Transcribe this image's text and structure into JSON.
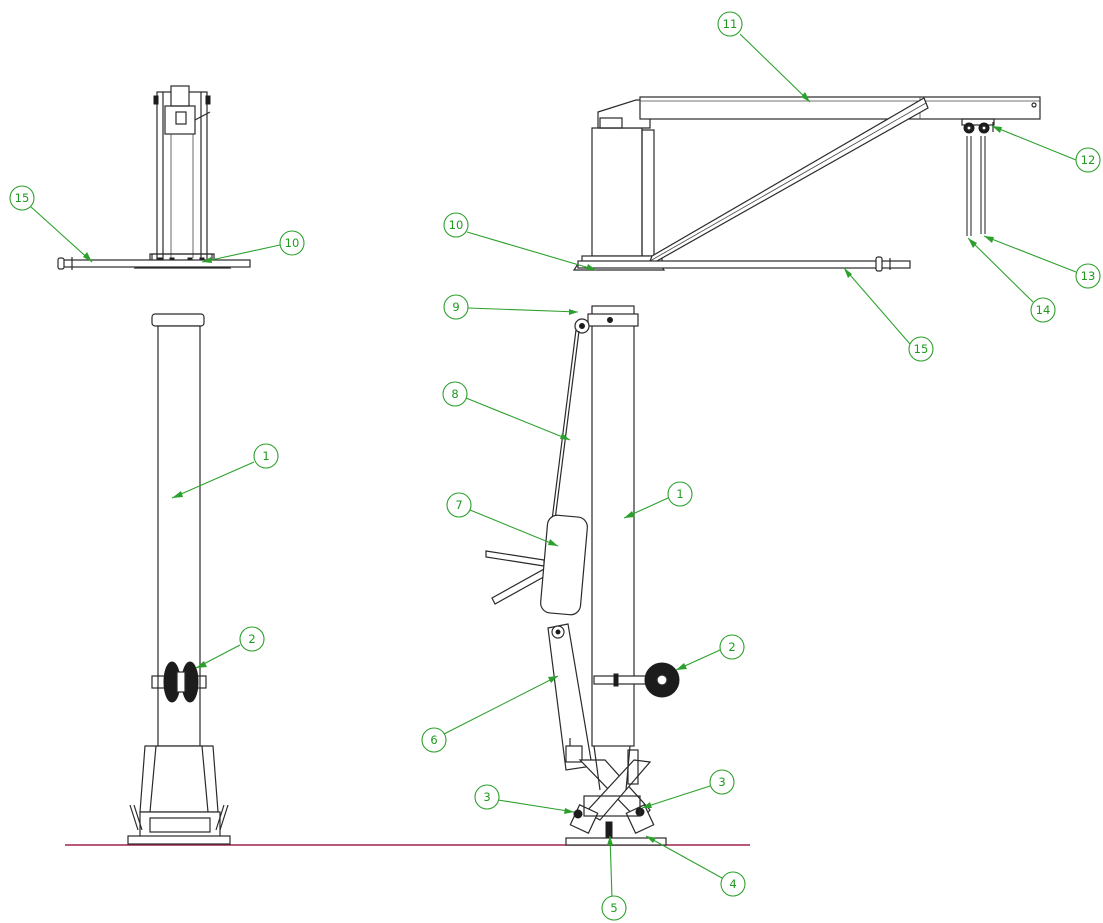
{
  "colors": {
    "linework": "#2a2a2a",
    "callout": "#2ca02c",
    "ground_line": "#a0224a",
    "background": "#ffffff"
  },
  "callouts": [
    {
      "label": "1"
    },
    {
      "label": "2"
    },
    {
      "label": "10"
    },
    {
      "label": "15"
    },
    {
      "label": "11"
    },
    {
      "label": "12"
    },
    {
      "label": "13"
    },
    {
      "label": "14"
    },
    {
      "label": "10"
    },
    {
      "label": "15"
    },
    {
      "label": "9"
    },
    {
      "label": "8"
    },
    {
      "label": "7"
    },
    {
      "label": "1"
    },
    {
      "label": "2"
    },
    {
      "label": "6"
    },
    {
      "label": "3"
    },
    {
      "label": "3"
    },
    {
      "label": "4"
    },
    {
      "label": "5"
    }
  ]
}
